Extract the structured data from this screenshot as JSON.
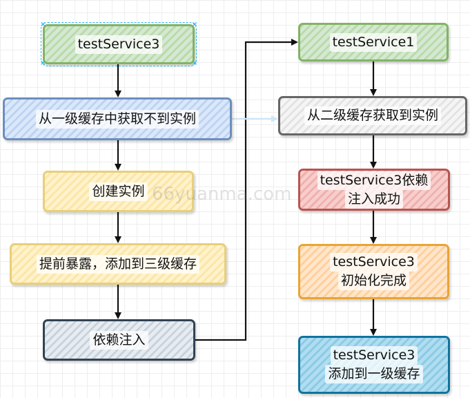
{
  "nodes": {
    "service3": "testService3",
    "level1_miss": "从一级缓存中获取不到实例",
    "create": "创建实例",
    "expose": "提前暴露，添加到三级缓存",
    "inject": "依赖注入",
    "service1": "testService1",
    "level2_hit": "从二级缓存获取到实例",
    "inject_ok_line1": "testService3依赖",
    "inject_ok_line2": "注入成功",
    "init_line1": "testService3",
    "init_line2": "初始化完成",
    "add_level1_line1": "testService3",
    "add_level1_line2": "添加到一级缓存"
  },
  "watermark": "66yuanma.com",
  "colors": {
    "green": "#82b366",
    "blue": "#6c8ebf",
    "yellow": "#e8cf7a",
    "gray": "#666666",
    "red": "#b85450",
    "orange": "#e7a534",
    "slate": "#314354",
    "teal": "#10739e",
    "arrow": "#111111",
    "selection": "#29b6f2"
  }
}
